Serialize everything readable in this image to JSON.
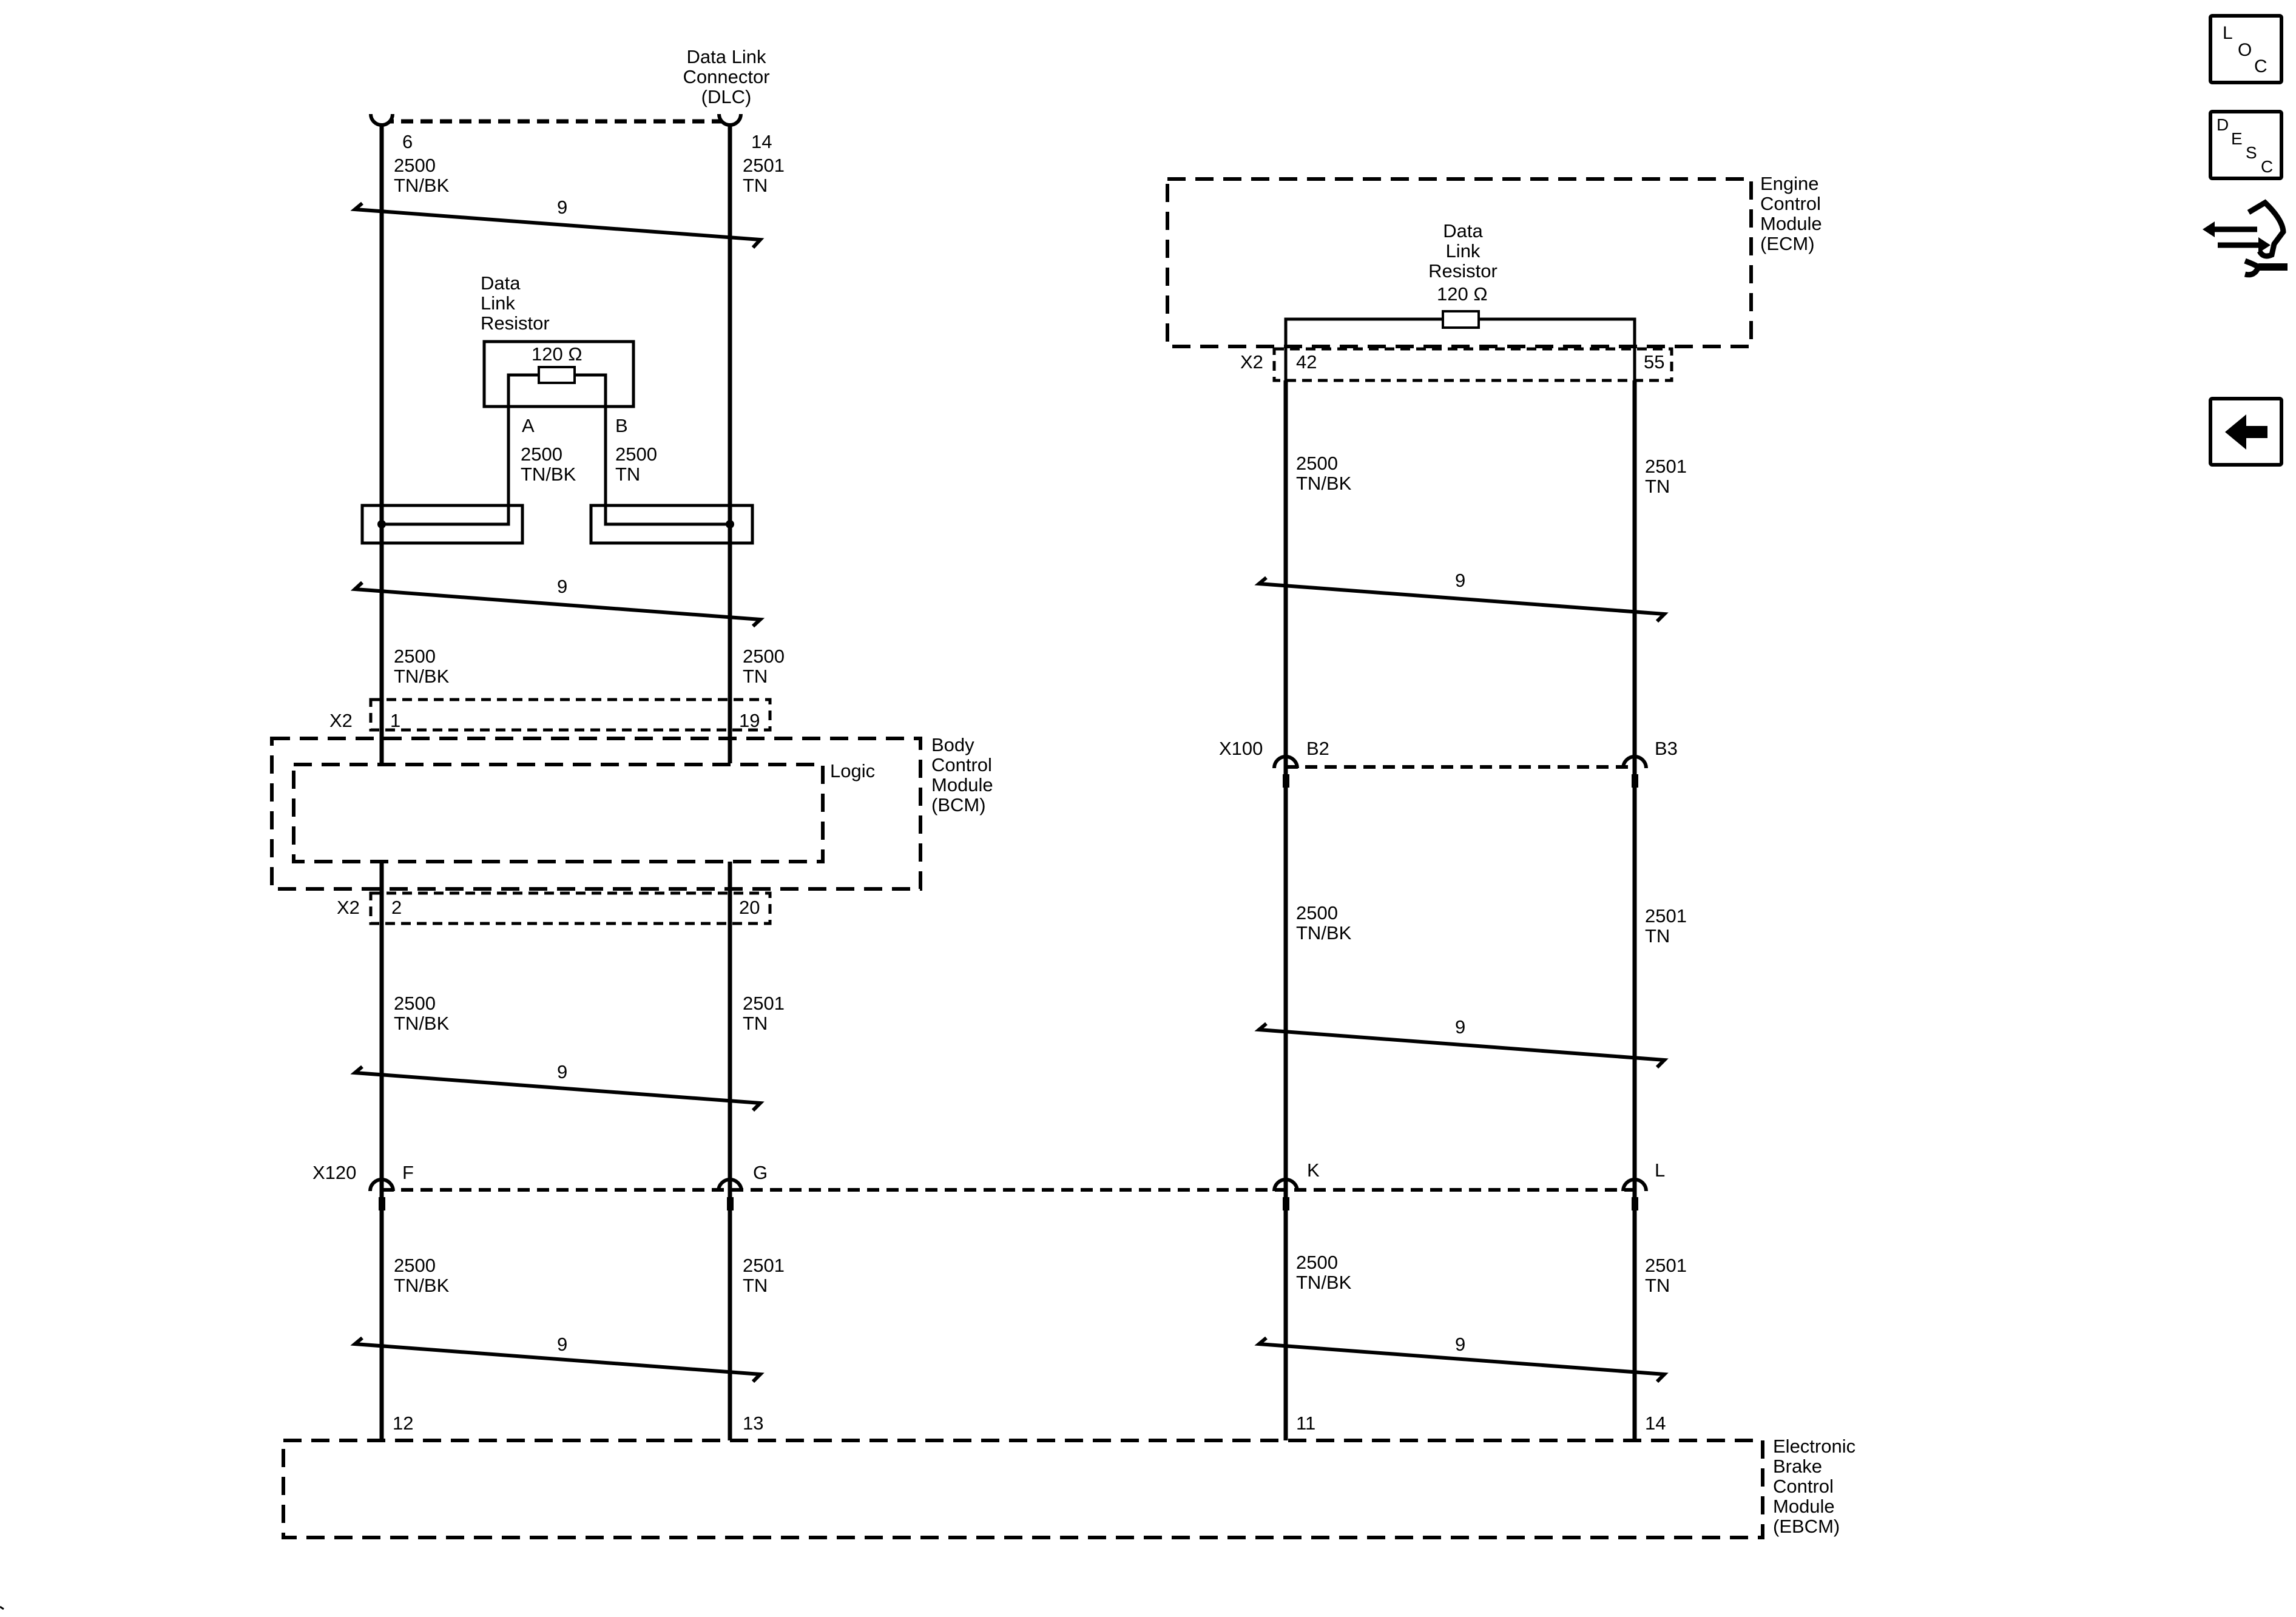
{
  "dlc": {
    "title_lines": [
      "Data Link",
      "Connector",
      "(DLC)"
    ],
    "pin_left": "6",
    "pin_right": "14"
  },
  "bcm_resistor": {
    "title_lines": [
      "Data",
      "Link",
      "Resistor"
    ],
    "value": "120 Ω",
    "pin_a": "A",
    "pin_b": "B",
    "wire_a": [
      "2500",
      "TN/BK"
    ],
    "wire_b": [
      "2500",
      "TN"
    ]
  },
  "ecm": {
    "title_lines": [
      "Engine",
      "Control",
      "Module",
      "(ECM)"
    ],
    "resistor_title_lines": [
      "Data",
      "Link",
      "Resistor"
    ],
    "resistor_value": "120 Ω",
    "connector": "X2",
    "pin_left": "42",
    "pin_right": "55"
  },
  "bcm": {
    "title_lines": [
      "Body",
      "Control",
      "Module",
      "(BCM)"
    ],
    "logic_label": "Logic",
    "top_connector": "X2",
    "top_pin_left": "1",
    "top_pin_right": "19",
    "bottom_connector": "X2",
    "bottom_pin_left": "2",
    "bottom_pin_right": "20"
  },
  "x100": {
    "label": "X100",
    "pin_left": "B2",
    "pin_right": "B3"
  },
  "x120": {
    "label": "X120",
    "pins": [
      "F",
      "G",
      "K",
      "L"
    ]
  },
  "ebcm": {
    "title_lines": [
      "Electronic",
      "Brake",
      "Control",
      "Module",
      "(EBCM)"
    ],
    "pins": [
      "12",
      "13",
      "11",
      "14"
    ]
  },
  "wires": {
    "left_top_l": [
      "2500",
      "TN/BK"
    ],
    "left_top_r": [
      "2501",
      "TN"
    ],
    "left_mid_l": [
      "2500",
      "TN/BK"
    ],
    "left_mid_r": [
      "2500",
      "TN"
    ],
    "left_low_l": [
      "2500",
      "TN/BK"
    ],
    "left_low_r": [
      "2501",
      "TN"
    ],
    "left_bot_l": [
      "2500",
      "TN/BK"
    ],
    "left_bot_r": [
      "2501",
      "TN"
    ],
    "right_top_l": [
      "2500",
      "TN/BK"
    ],
    "right_top_r": [
      "2501",
      "TN"
    ],
    "right_mid_l": [
      "2500",
      "TN/BK"
    ],
    "right_mid_r": [
      "2501",
      "TN"
    ],
    "right_bot_l": [
      "2500",
      "TN/BK"
    ],
    "right_bot_r": [
      "2501",
      "TN"
    ]
  },
  "twist_label": "9",
  "nav": {
    "loc": [
      "L",
      "O",
      "C"
    ],
    "desc": [
      "D",
      "E",
      "S",
      "C"
    ],
    "loc_icon": "location-icon",
    "desc_icon": "description-icon",
    "connector_icon": "connector-repair-icon",
    "back_icon": "back-arrow-icon"
  }
}
